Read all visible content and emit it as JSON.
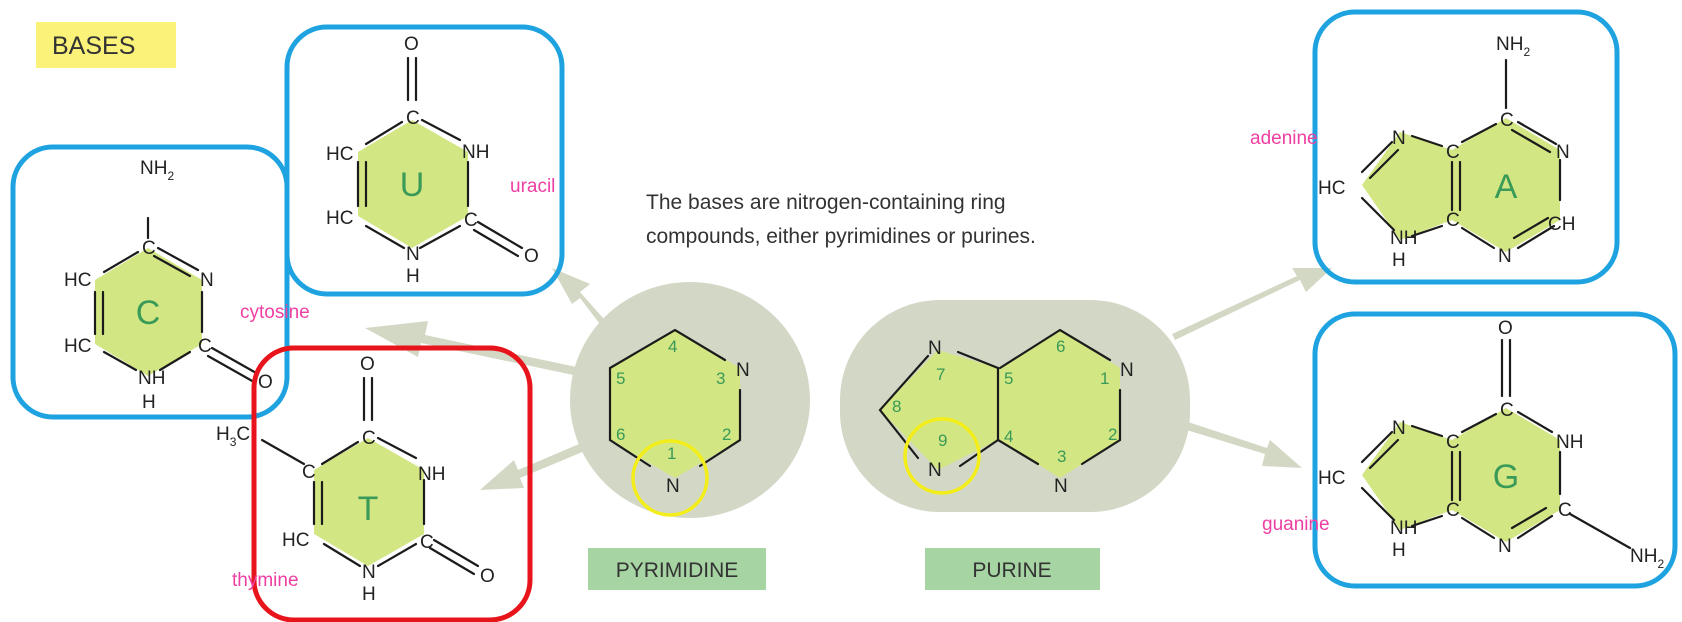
{
  "title": "BASES",
  "caption": {
    "line1": "The bases are nitrogen-containing ring",
    "line2": "compounds, either pyrimidines or purines."
  },
  "labels": {
    "pyrimidine": "PYRIMIDINE",
    "purine": "PURINE",
    "cytosine": "cytosine",
    "uracil": "uracil",
    "thymine": "thymine",
    "adenine": "adenine",
    "guanine": "guanine"
  },
  "letters": {
    "c": "C",
    "u": "U",
    "t": "T",
    "a": "A",
    "g": "G"
  },
  "atoms": {
    "n": "N",
    "nh": "NH",
    "hc": "HC",
    "c": "C",
    "o": "O",
    "ch": "CH",
    "h": "H",
    "nh2_main": "NH",
    "nh2_sub": "2",
    "h3c_main": "H",
    "h3c_sub": "3",
    "h3c_tail": "C"
  },
  "pyrimidine_numbers": [
    "1",
    "2",
    "3",
    "4",
    "5",
    "6"
  ],
  "purine_numbers": [
    "1",
    "2",
    "3",
    "4",
    "5",
    "6",
    "7",
    "8",
    "9"
  ],
  "colors": {
    "ring_fill": "#d2e684",
    "backdrop": "#d3d8c6",
    "arrow": "#d2d8c4",
    "highlight_blue": "#1fa3e0",
    "highlight_red": "#e8141b",
    "highlight_yellow": "#f3ee1a",
    "title_bg": "#fbf27a",
    "label_bg": "#a6d4a2",
    "name_pink": "#ee3fa2",
    "number_green": "#3a9a57"
  }
}
